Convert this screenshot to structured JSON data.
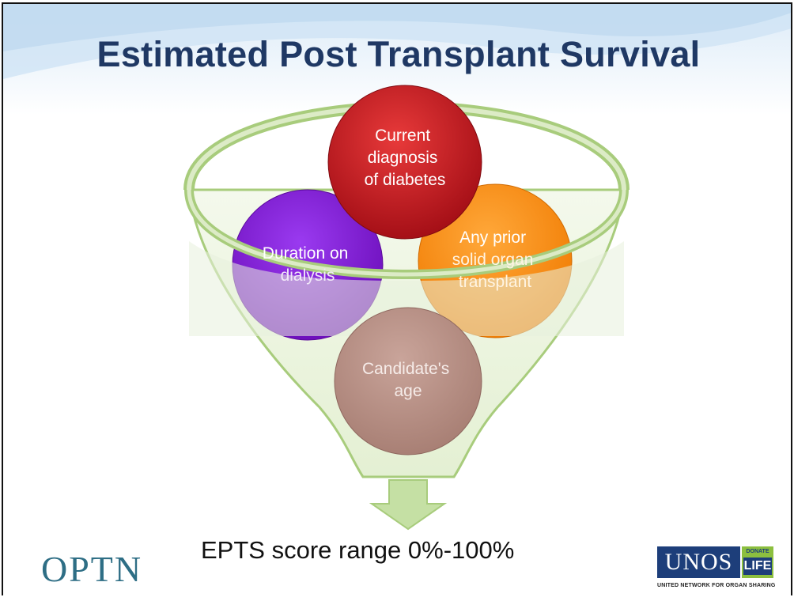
{
  "slide": {
    "title": "Estimated Post Transplant Survival",
    "factors": [
      {
        "label_lines": [
          "Current",
          "diagnosis",
          "of diabetes"
        ],
        "color": "#c0141c"
      },
      {
        "label_lines": [
          "Duration on",
          "dialysis"
        ],
        "color": "#7a14c8"
      },
      {
        "label_lines": [
          "Any prior",
          "solid organ",
          "transplant"
        ],
        "color": "#ff8c10"
      },
      {
        "label_lines": [
          "Candidate's",
          "age"
        ],
        "color": "#b98f86"
      }
    ],
    "funnel_color": "#a8cc7c",
    "output_text": "EPTS score range 0%-100%",
    "logos": {
      "optn": "OPTN",
      "unos": "UNOS",
      "donate": "DONATE",
      "life": "LIFE",
      "unos_tagline": "UNITED NETWORK FOR ORGAN SHARING"
    }
  }
}
